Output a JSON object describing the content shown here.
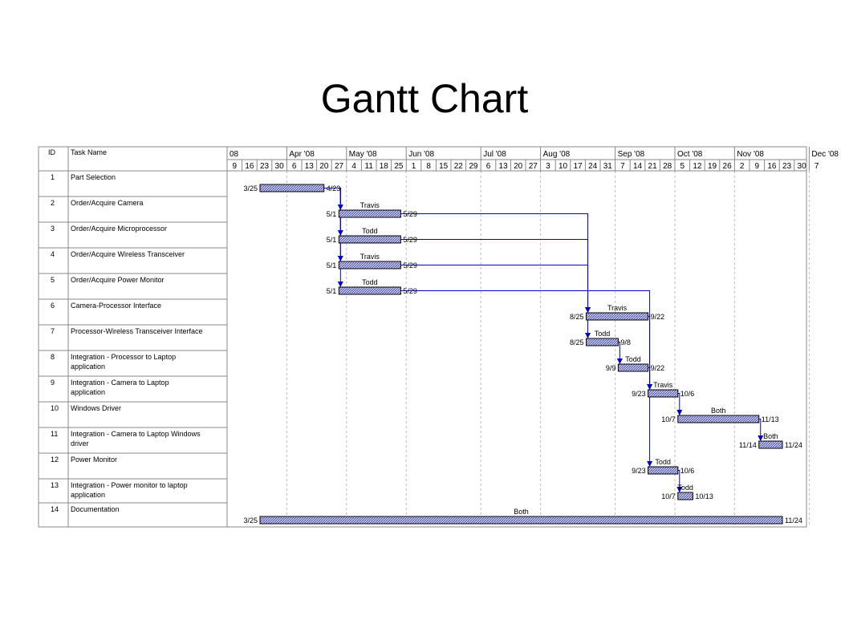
{
  "page_title": "Gantt Chart",
  "chart_data": {
    "type": "gantt",
    "columns": {
      "id": "ID",
      "name": "Task Name"
    },
    "months": [
      "08",
      "Apr '08",
      "May '08",
      "Jun '08",
      "Jul '08",
      "Aug '08",
      "Sep '08",
      "Oct '08",
      "Nov '08",
      "Dec '08"
    ],
    "week_labels": [
      "9",
      "16",
      "23",
      "30",
      "6",
      "13",
      "20",
      "27",
      "4",
      "11",
      "18",
      "25",
      "1",
      "8",
      "15",
      "22",
      "29",
      "6",
      "13",
      "20",
      "27",
      "3",
      "10",
      "17",
      "24",
      "31",
      "7",
      "14",
      "21",
      "28",
      "5",
      "12",
      "19",
      "26",
      "2",
      "9",
      "16",
      "23",
      "30",
      "7"
    ],
    "tasks": [
      {
        "id": "1",
        "name": "Part Selection",
        "start": "3/25",
        "finish": "4/23",
        "resource": ""
      },
      {
        "id": "2",
        "name": "Order/Acquire Camera",
        "start": "5/1",
        "finish": "5/29",
        "resource": "Travis"
      },
      {
        "id": "3",
        "name": "Order/Acquire Microprocessor",
        "start": "5/1",
        "finish": "5/29",
        "resource": "Todd"
      },
      {
        "id": "4",
        "name": "Order/Acquire Wireless Transceiver",
        "start": "5/1",
        "finish": "5/29",
        "resource": "Travis"
      },
      {
        "id": "5",
        "name": "Order/Acquire Power Monitor",
        "start": "5/1",
        "finish": "5/29",
        "resource": "Todd"
      },
      {
        "id": "6",
        "name": "Camera-Processor Interface",
        "start": "8/25",
        "finish": "9/22",
        "resource": "Travis"
      },
      {
        "id": "7",
        "name": "Processor-Wireless Transceiver Interface",
        "start": "8/25",
        "finish": "9/8",
        "resource": "Todd"
      },
      {
        "id": "8",
        "name": "Integration - Processor to Laptop application",
        "start": "9/9",
        "finish": "9/22",
        "resource": "Todd"
      },
      {
        "id": "9",
        "name": "Integration - Camera to Laptop application",
        "start": "9/23",
        "finish": "10/6",
        "resource": "Travis"
      },
      {
        "id": "10",
        "name": "Windows Driver",
        "start": "10/7",
        "finish": "11/13",
        "resource": "Both"
      },
      {
        "id": "11",
        "name": "Integration - Camera to Laptop Windows driver",
        "start": "11/14",
        "finish": "11/24",
        "resource": "Both"
      },
      {
        "id": "12",
        "name": "Power Monitor",
        "start": "9/23",
        "finish": "10/6",
        "resource": "Todd"
      },
      {
        "id": "13",
        "name": "Integration - Power monitor to laptop application",
        "start": "10/7",
        "finish": "10/13",
        "resource": "Todd"
      },
      {
        "id": "14",
        "name": "Documentation",
        "start": "3/25",
        "finish": "11/24",
        "resource": "Both"
      }
    ],
    "dependencies": [
      [
        1,
        2
      ],
      [
        1,
        3
      ],
      [
        1,
        4
      ],
      [
        1,
        5
      ],
      [
        2,
        6
      ],
      [
        3,
        7
      ],
      [
        4,
        6
      ],
      [
        5,
        12
      ],
      [
        6,
        9
      ],
      [
        7,
        8
      ],
      [
        8,
        9
      ],
      [
        9,
        10
      ],
      [
        10,
        11
      ],
      [
        12,
        13
      ]
    ]
  },
  "colors": {
    "bar_fill": "#c9ccef",
    "bar_hatch": "#3a3f9a",
    "bar_stroke": "#000000",
    "link": "#0000cc",
    "grid": "#888888",
    "gridline": "#bbbbbb"
  }
}
